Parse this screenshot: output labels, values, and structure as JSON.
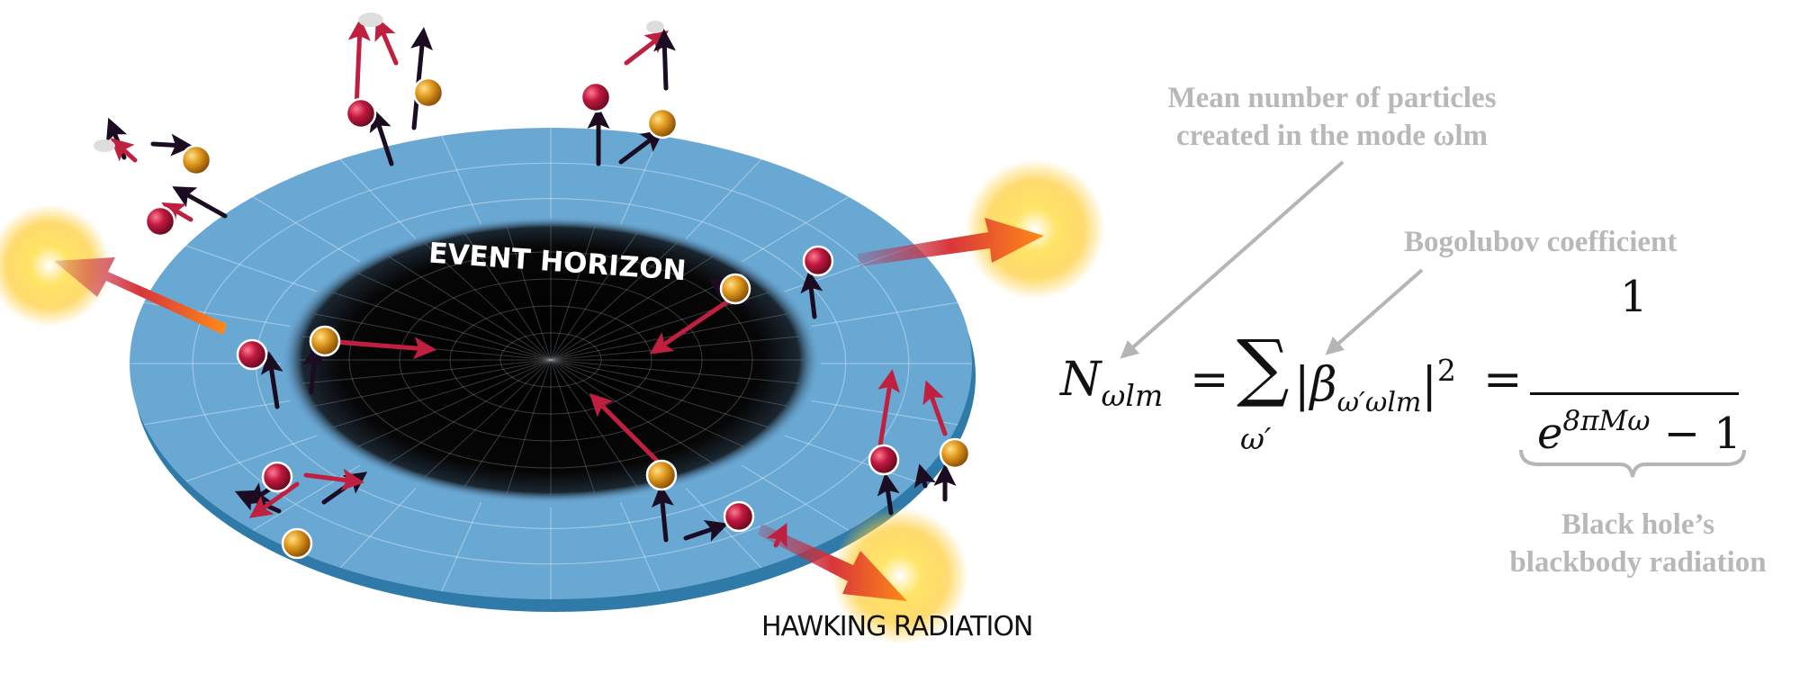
{
  "diagram": {
    "labels": {
      "event_horizon": "EVENT HORIZON",
      "hawking_radiation": "HAWKING RADIATION"
    },
    "annotations": {
      "mean_number_line1": "Mean number of particles",
      "mean_number_line2": "created in the mode ωlm",
      "bogolubov": "Bogolubov coefficient",
      "blackbody_line1": "Black hole’s",
      "blackbody_line2": "blackbody radiation"
    },
    "equation": {
      "lhs_symbol": "N",
      "lhs_subscript": "ωlm",
      "equals": "=",
      "sum_symbol": "∑",
      "sum_index": "ω′",
      "beta_symbol": "β",
      "beta_subscript": "ω′ωlm",
      "abs_power": "2",
      "numerator": "1",
      "den_base": "e",
      "den_exponent": "8πMω",
      "den_minus_one": " − 1"
    },
    "colors": {
      "disk_blue": "#6aa8d4",
      "disk_edge": "#3e86b6",
      "horizon_black": "#050505",
      "particle_red": "#b0143a",
      "particle_orange": "#d98a16",
      "glow_yellow": "#ffd23c",
      "annotation_gray": "#b8b8b8",
      "arrow_dark": "#2a1030"
    }
  }
}
